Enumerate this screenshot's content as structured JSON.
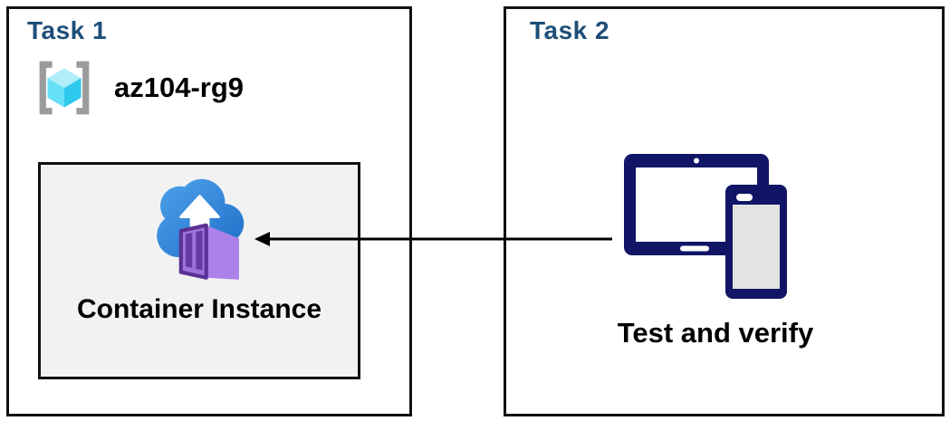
{
  "diagram": {
    "task1": {
      "title": "Task 1",
      "resource_group": {
        "icon": "resource-group-icon",
        "name": "az104-rg9"
      },
      "container_instance": {
        "icon": "container-instance-icon",
        "label": "Container Instance"
      }
    },
    "task2": {
      "title": "Task 2",
      "devices": {
        "icon": "tablet-phone-devices-icon",
        "label": "Test and verify"
      }
    },
    "connector": {
      "type": "arrow",
      "direction": "right-to-left",
      "from": "tablet-phone-devices-icon",
      "to": "container-instance-icon"
    }
  },
  "colors": {
    "title-blue": "#1F4E79",
    "box-border": "#111111",
    "inner-box-bg": "#F2F2F2",
    "arrow-black": "#000000",
    "device-navy": "#101566",
    "device-screen-gray": "#E3E3E3",
    "cloud-blue-light": "#4FA3EA",
    "cloud-blue-dark": "#1E6DC8",
    "container-purple-light": "#AC82E8",
    "container-purple-mid": "#9E71DB",
    "container-purple-dark": "#5B3195",
    "rg-cyan-top": "#B2EEFA",
    "rg-cyan-left": "#67DFF6",
    "rg-cyan-right": "#2FC9ED",
    "bracket-gray": "#9B9B9B"
  }
}
